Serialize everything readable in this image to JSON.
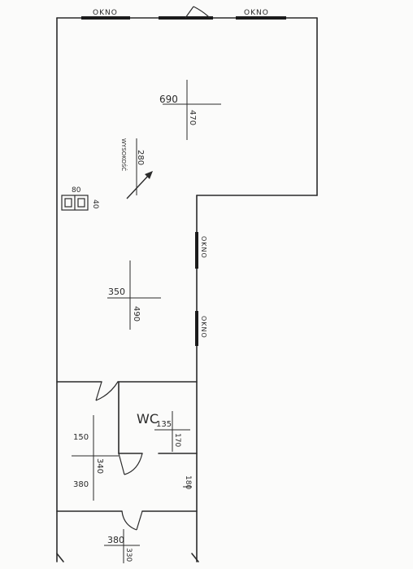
{
  "window_labels": {
    "top_left": "OKNO",
    "top_right": "OKNO",
    "right_upper": "OKNO",
    "right_lower": "OKNO"
  },
  "main_room_upper": {
    "width": "690",
    "depth": "470"
  },
  "ceiling": {
    "value": "280",
    "label": "WYSOKOŚĆ"
  },
  "chimney": {
    "width": "80",
    "depth": "40"
  },
  "main_room_lower": {
    "width": "350",
    "depth": "490"
  },
  "wc": {
    "label": "WC",
    "width": "135",
    "depth": "170"
  },
  "hall": {
    "width": "150",
    "depth": "340",
    "width_lower": "380",
    "side": "180"
  },
  "bottom_room": {
    "width": "380",
    "depth": "330"
  }
}
